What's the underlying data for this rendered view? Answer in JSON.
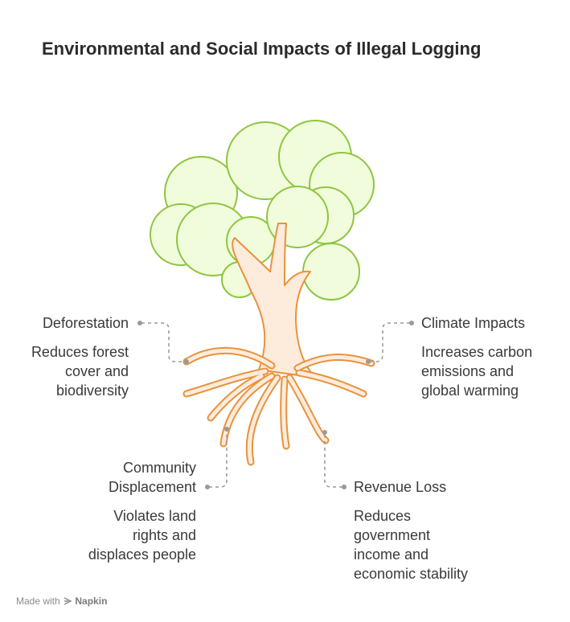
{
  "title": "Environmental and Social Impacts of Illegal Logging",
  "items": [
    {
      "heading": "Deforestation",
      "description": "Reduces forest\ncover and\nbiodiversity"
    },
    {
      "heading": "Climate Impacts",
      "description": "Increases carbon\nemissions and\nglobal warming"
    },
    {
      "heading": "Community\nDisplacement",
      "description": "Violates land\nrights and\ndisplaces people"
    },
    {
      "heading": "Revenue Loss",
      "description": "Reduces\ngovernment\nincome and\neconomic stability"
    }
  ],
  "footer": {
    "prefix": "Made with",
    "brand": "Napkin"
  },
  "colors": {
    "foliage_fill": "#f1fcdc",
    "foliage_stroke": "#8cc63f",
    "trunk_fill": "#fdebdc",
    "trunk_stroke": "#e8923d",
    "connector": "#9a9a9a"
  }
}
